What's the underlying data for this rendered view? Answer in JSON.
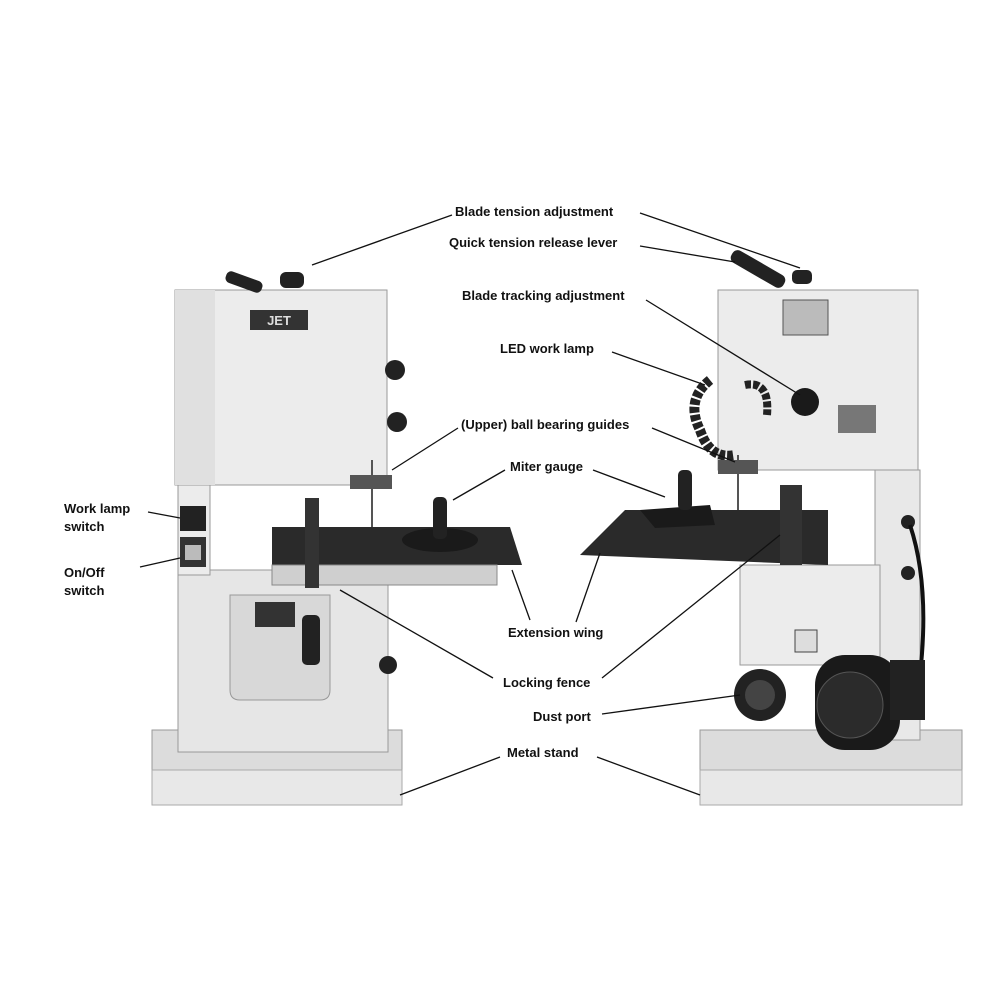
{
  "brand_logo": "JET",
  "labels": {
    "blade_tension": "Blade tension adjustment",
    "quick_release": "Quick tension release lever",
    "blade_tracking": "Blade tracking adjustment",
    "led_lamp": "LED work lamp",
    "ball_bearing": "(Upper) ball bearing guides",
    "miter_gauge": "Miter gauge",
    "work_lamp_switch_1": "Work lamp",
    "work_lamp_switch_2": "switch",
    "onoff_1": "On/Off",
    "onoff_2": "switch",
    "extension_wing": "Extension wing",
    "locking_fence": "Locking fence",
    "dust_port": "Dust port",
    "metal_stand": "Metal stand"
  }
}
